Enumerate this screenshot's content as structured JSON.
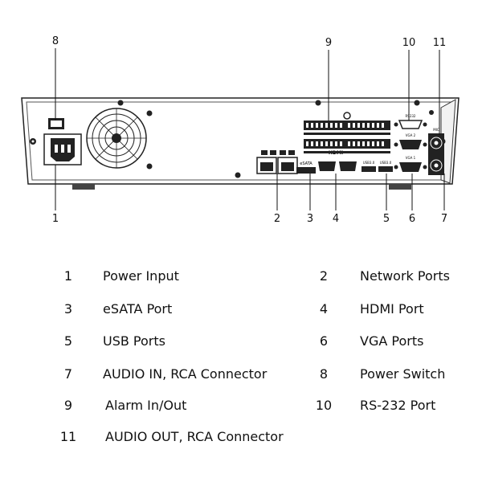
{
  "callouts": {
    "top": [
      "8",
      "9",
      "10",
      "11"
    ],
    "bottom": [
      "1",
      "2",
      "3",
      "4",
      "5",
      "6",
      "7"
    ]
  },
  "panel_labels": {
    "esata": "eSATA",
    "hdmi": "HDMI",
    "usb_a": "USB3.0",
    "usb_b": "USB3.0",
    "rs232": "RS232",
    "vga2": "VGA 2",
    "vga1": "VGA 1",
    "audio": "MIC"
  },
  "legend": [
    {
      "num": "1",
      "label": "Power Input"
    },
    {
      "num": "2",
      "label": "Network Ports"
    },
    {
      "num": "3",
      "label": "eSATA Port"
    },
    {
      "num": "4",
      "label": "HDMI Port"
    },
    {
      "num": "5",
      "label": "USB Ports"
    },
    {
      "num": "6",
      "label": "VGA Ports"
    },
    {
      "num": "7",
      "label": "AUDIO IN, RCA Connector"
    },
    {
      "num": "8",
      "label": "Power Switch"
    },
    {
      "num": "9",
      "label": "Alarm In/Out"
    },
    {
      "num": "10",
      "label": "RS-232 Port"
    },
    {
      "num": "11",
      "label": "AUDIO OUT, RCA Connector"
    }
  ]
}
